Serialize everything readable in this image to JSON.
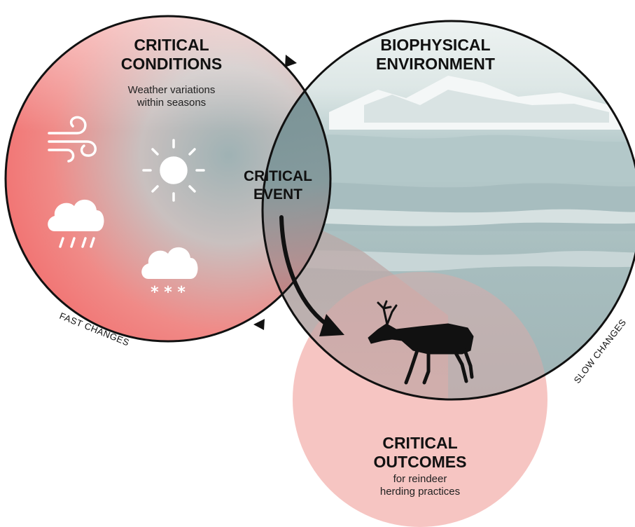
{
  "critical_conditions": {
    "title_line1": "CRITICAL",
    "title_line2": "CONDITIONS",
    "subtitle_line1": "Weather variations",
    "subtitle_line2": "within seasons",
    "icons": [
      "wind-icon",
      "sun-icon",
      "rain-cloud-icon",
      "snow-cloud-icon"
    ]
  },
  "biophysical_environment": {
    "title_line1": "BIOPHYSICAL",
    "title_line2": "ENVIRONMENT"
  },
  "critical_event": {
    "title_line1": "CRITICAL",
    "title_line2": "EVENT"
  },
  "critical_outcomes": {
    "title_line1": "CRITICAL",
    "title_line2": "OUTCOMES",
    "subtitle_line1": "for reindeer",
    "subtitle_line2": "herding practices",
    "icon": "reindeer-icon"
  },
  "edge_labels": {
    "fast": "FAST CHANGES",
    "slow": "SLOW CHANGES"
  },
  "colors": {
    "red": "#f26b6b",
    "teal": "#8aa3a7",
    "pink": "#f6c5c2",
    "outline": "#111111"
  }
}
